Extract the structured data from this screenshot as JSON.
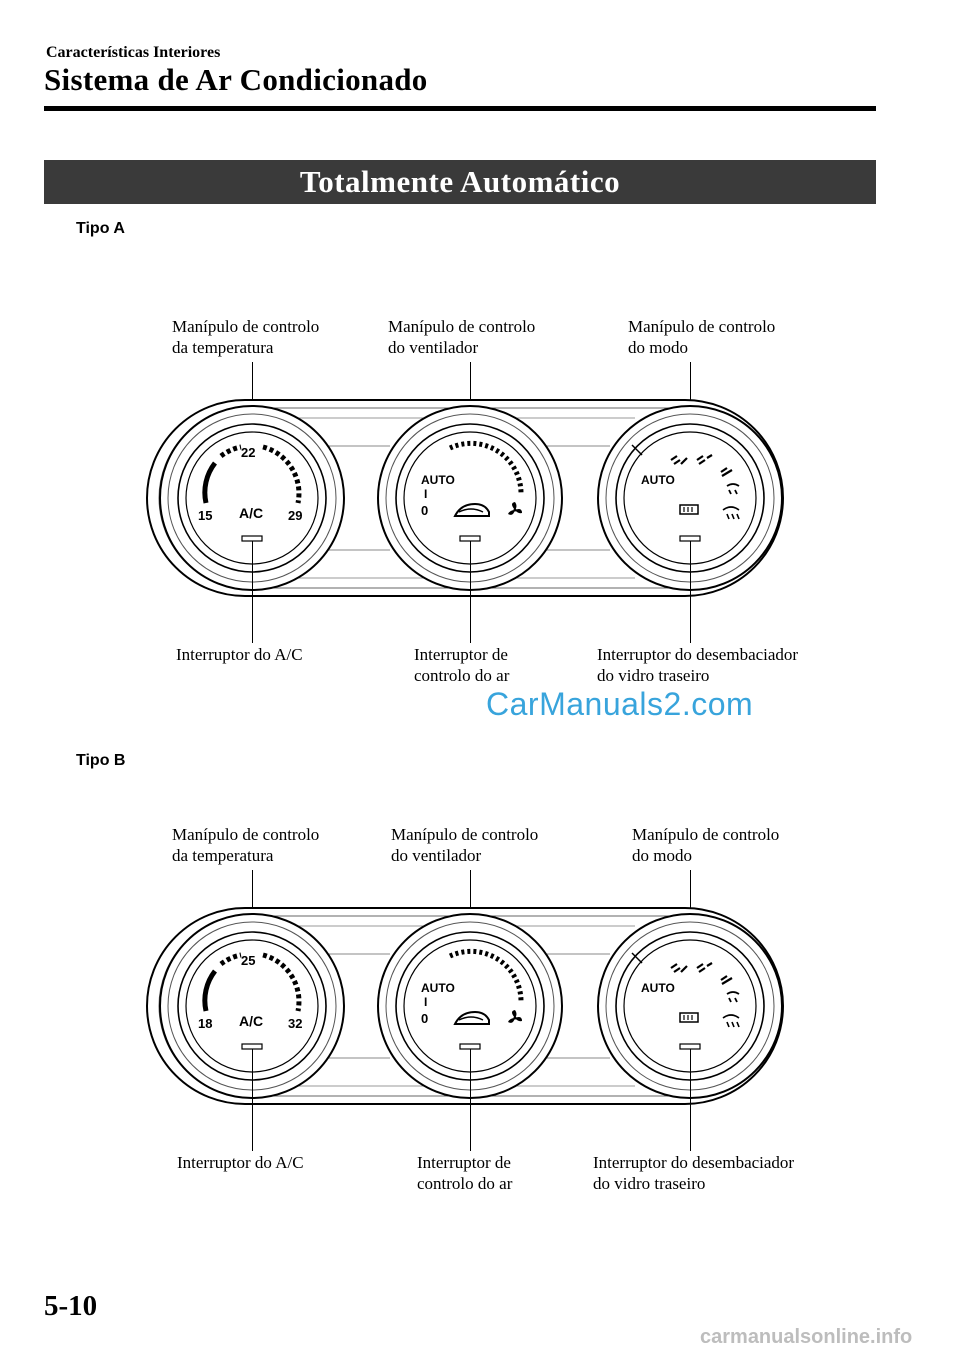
{
  "header": {
    "chapter": "Características Interiores",
    "title": "Sistema de Ar Condicionado"
  },
  "section": {
    "title": "Totalmente Automático"
  },
  "diagrams": [
    {
      "type_label": "Tipo A",
      "callouts_top": {
        "temperature_dial": [
          "Manípulo de controlo",
          "da temperatura"
        ],
        "fan_dial": [
          "Manípulo de controlo",
          "do ventilador"
        ],
        "mode_dial": [
          "Manípulo de controlo",
          "do modo"
        ]
      },
      "callouts_bottom": {
        "ac_switch": [
          "Interruptor do A/C"
        ],
        "air_intake_switch": [
          "Interruptor de",
          "controlo do ar"
        ],
        "rear_defroster_switch": [
          "Interruptor do desembaciador",
          "do vidro traseiro"
        ]
      },
      "dial_markings": {
        "temp_min": "15",
        "temp_mid": "22",
        "temp_max": "29",
        "ac": "A/C",
        "fan_auto": "AUTO",
        "fan_i": "I",
        "fan_zero": "0",
        "mode_auto": "AUTO"
      }
    },
    {
      "type_label": "Tipo B",
      "callouts_top": {
        "temperature_dial": [
          "Manípulo de controlo",
          "da temperatura"
        ],
        "fan_dial": [
          "Manípulo de controlo",
          "do ventilador"
        ],
        "mode_dial": [
          "Manípulo de controlo",
          "do modo"
        ]
      },
      "callouts_bottom": {
        "ac_switch": [
          "Interruptor do A/C"
        ],
        "air_intake_switch": [
          "Interruptor de",
          "controlo do ar"
        ],
        "rear_defroster_switch": [
          "Interruptor do desembaciador",
          "do vidro traseiro"
        ]
      },
      "dial_markings": {
        "temp_min": "18",
        "temp_mid": "25",
        "temp_max": "32",
        "ac": "A/C",
        "fan_auto": "AUTO",
        "fan_i": "I",
        "fan_zero": "0",
        "mode_auto": "AUTO"
      }
    }
  ],
  "watermark": "CarManuals2.com",
  "footer": {
    "page_number": "5-10",
    "site": "carmanualsonline.info"
  }
}
